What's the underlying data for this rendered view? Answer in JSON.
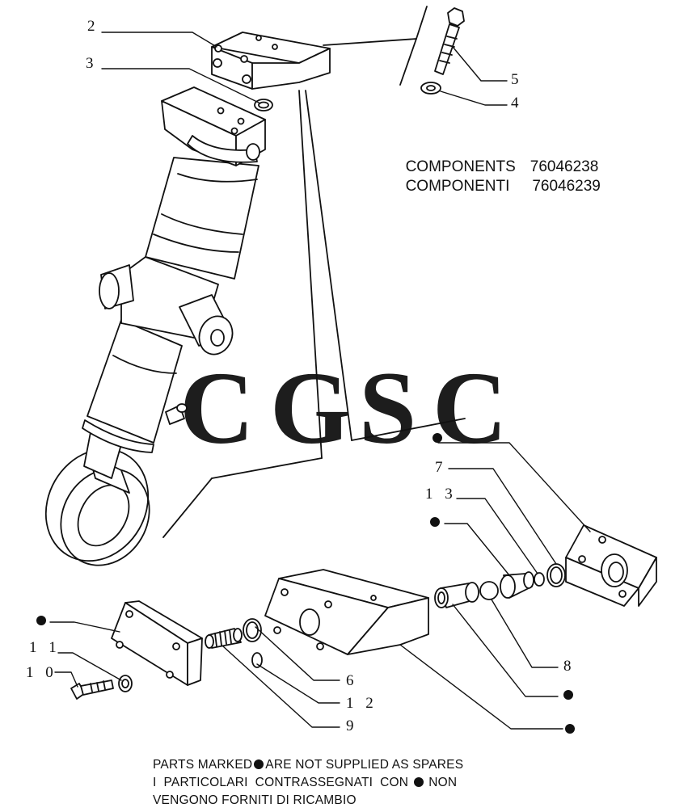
{
  "watermark": {
    "letters": [
      "C",
      "G",
      "S",
      "C"
    ],
    "colors": [
      "#7aa9ee",
      "#f08a80",
      "#f6d86a",
      "#6dbf96"
    ]
  },
  "components": [
    {
      "label": "COMPONENTS",
      "code": "76046238"
    },
    {
      "label": "COMPONENTI",
      "code": "76046239"
    }
  ],
  "callouts": [
    "2",
    "3",
    "5",
    "4",
    "7",
    "1 3",
    "8",
    "1 1",
    "1 0",
    "6",
    "1 2",
    "9"
  ],
  "notes": {
    "line1_before": "PARTS MARKED",
    "line1_after": "ARE NOT SUPPLIED AS SPARES",
    "line2_before": "I  PARTICOLARI  CONTRASSEGNATI  CON",
    "line2_after": "NON",
    "line3": "VENGONO FORNITI DI RICAMBIO"
  }
}
